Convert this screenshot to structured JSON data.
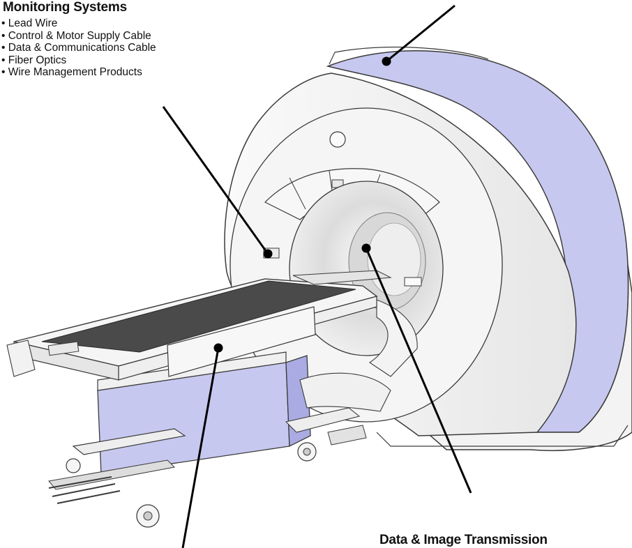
{
  "monitoring": {
    "title": "Monitoring Systems",
    "items": [
      "• Lead Wire",
      "• Control & Motor Supply Cable",
      "• Data & Communications Cable",
      "• Fiber Optics",
      "• Wire Management Products"
    ]
  },
  "callout_bottom_right": "Data & Image Transmission",
  "colors": {
    "lavender": "#c7c8ef",
    "lavender_dark": "#a9abe2",
    "shell": "#f4f4f4",
    "outline": "#3a3a3a",
    "mattress": "#4a4a4a",
    "leader": "#000000"
  }
}
